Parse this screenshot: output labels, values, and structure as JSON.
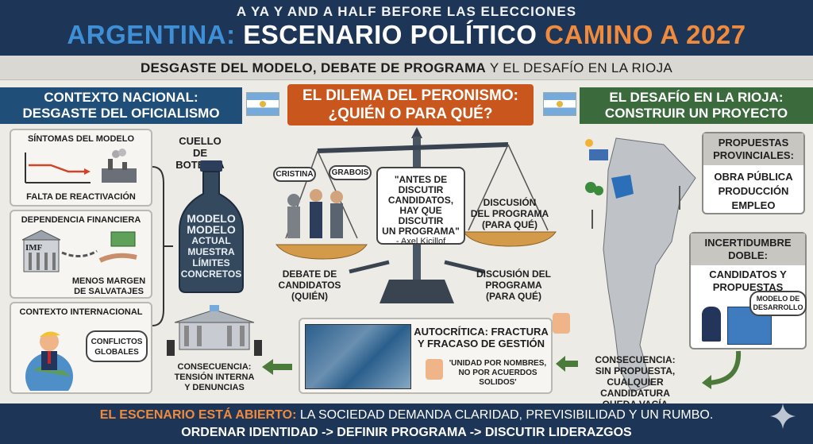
{
  "header": {
    "kicker": "A YA  Y AND A HALF BEFORE LAS ELECCIONES",
    "title_a": "ARGENTINA:",
    "title_b": " ESCENARIO POLÍTICO ",
    "title_c": "CAMINO A 2027",
    "subtitle_a": "DESGASTE DEL MODELO, DEBATE DE PROGRAMA",
    "subtitle_b": " Y EL DESAFÍO EN LA RIOJA"
  },
  "sections": {
    "nacional_1": "CONTEXTO NACIONAL:",
    "nacional_2": "DESGASTE DEL OFICIALISMO",
    "dilema_1": "EL DILEMA DEL PERONISMO:",
    "dilema_2": "¿QUIÉN O PARA QUÉ?",
    "rioja_1": "EL DESAFÍO EN LA RIOJA:",
    "rioja_2": "CONSTRUIR UN PROYECTO"
  },
  "left": {
    "sintomas_title": "SÍNTOMAS DEL MODELO",
    "sintomas_caption": "FALTA DE REACTIVACIÓN",
    "dependencia_title": "DEPENDENCIA FINANCIERA",
    "imf": "IMF",
    "dependencia_caption_1": "MENOS MARGEN",
    "dependencia_caption_2": "DE SALVATAJES",
    "internacional_title": "CONTEXTO INTERNACIONAL",
    "conflictos_1": "CONFLICTOS",
    "conflictos_2": "GLOBALES"
  },
  "bottle": {
    "label_1": "CUELLO",
    "label_2": "DE BOTELLA",
    "text_1": "MODELO",
    "text_2": "MODELO",
    "text_3": "ACTUAL",
    "text_4": "MUESTRA",
    "text_5": "LÍMITES",
    "text_6": "CONCRETOS"
  },
  "scale": {
    "name_1": "CRISTINA",
    "name_2": "GRABOIS",
    "quote_1": "\"ANTES DE",
    "quote_2": "DISCUTIR",
    "quote_3": "CANDIDATOS,",
    "quote_4": "HAY QUE DISCUTIR",
    "quote_5": "UN PROGRAMA\"",
    "quote_author": "- Axel Kicillof",
    "pan_right_1": "DISCUSIÓN",
    "pan_right_2": "DEL PROGRAMA",
    "pan_right_3": "(PARA QUÉ)",
    "left_caption_1": "DEBATE DE",
    "left_caption_2": "CANDIDATOS",
    "left_caption_3": "(QUIÉN)",
    "right_caption_1": "DISCUSIÓN DEL",
    "right_caption_2": "PROGRAMA",
    "right_caption_3": "(PARA QUÉ)"
  },
  "consequence_left": {
    "line_1": "CONSECUENCIA:",
    "line_2": "TENSIÓN INTERNA",
    "line_3": "Y DENUNCIAS"
  },
  "autocritica": {
    "title_1": "AUTOCRÍTICA: FRACTURA",
    "title_2": "Y FRACASO DE GESTIÓN",
    "quote_1": "'UNIDAD POR NOMBRES,",
    "quote_2": "NO POR ACUERDOS",
    "quote_3": "SOLIDOS'"
  },
  "rioja": {
    "propuestas_head_1": "PROPUESTAS",
    "propuestas_head_2": "PROVINCIALES:",
    "items": [
      "OBRA PÚBLICA",
      "PRODUCCIÓN",
      "EMPLEO"
    ],
    "incert_head_1": "INCERTIDUMBRE",
    "incert_head_2": "DOBLE:",
    "incert_body_1": "CANDIDATOS Y",
    "incert_body_2": "PROPUESTAS",
    "modelo_1": "MODELO DE",
    "modelo_2": "DESARROLLO",
    "consecuencia_1": "CONSECUENCIA:",
    "consecuencia_2": "SIN PROPUESTA,",
    "consecuencia_3": "CUALQUIER CANDIDATURA",
    "consecuencia_4": "QUEDA VACÍA"
  },
  "footer": {
    "line1_a": "EL ESCENARIO ESTÁ ABIERTO:",
    "line1_b": " LA SOCIEDAD DEMANDA CLARIDAD, PREVISIBILIDAD Y UN RUMBO.",
    "line2": "ORDENAR IDENTIDAD -> DEFINIR PROGRAMA -> DISCUTIR LIDERAZGOS"
  },
  "colors": {
    "navy": "#1d3557",
    "orange": "#f08a3c",
    "blue_title": "#3f8fd6",
    "green": "#3b6b3c",
    "rust": "#c9561c"
  }
}
